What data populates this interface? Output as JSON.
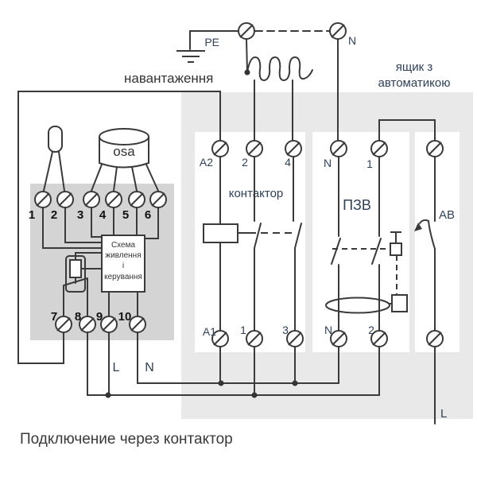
{
  "colors": {
    "line": "#3a3a3a",
    "automation_panel_gray": "#e9e9e9",
    "device_panel_gray": "#d4d4d4",
    "panel_white": "#ffffff",
    "label_blue_gray": "#2f4159",
    "text_dark": "#333333"
  },
  "supply": {
    "pe_label": "PE",
    "n_label": "N",
    "l_label": "L"
  },
  "load": {
    "label": "навантаження"
  },
  "automation_box": {
    "label_line1": "ящик з",
    "label_line2": "автоматикою"
  },
  "device": {
    "sensor_label": "osa",
    "terminals_top": [
      "1",
      "2",
      "3",
      "4",
      "5",
      "6"
    ],
    "terminals_bottom": [
      "7",
      "8",
      "9",
      "10"
    ],
    "control_box_lines": [
      "Схема",
      "живлення",
      "і",
      "керування"
    ],
    "l_label": "L",
    "n_label": "N"
  },
  "contactor": {
    "title": "контактор",
    "terminals_top": [
      "A2",
      "2",
      "4"
    ],
    "terminals_bottom": [
      "A1",
      "1",
      "3"
    ]
  },
  "rcd": {
    "title": "ПЗВ",
    "terminals_top": [
      "N",
      "1"
    ],
    "terminals_bottom": [
      "N",
      "2"
    ]
  },
  "breaker": {
    "title": "АВ"
  },
  "caption": "Подключение через контактор"
}
